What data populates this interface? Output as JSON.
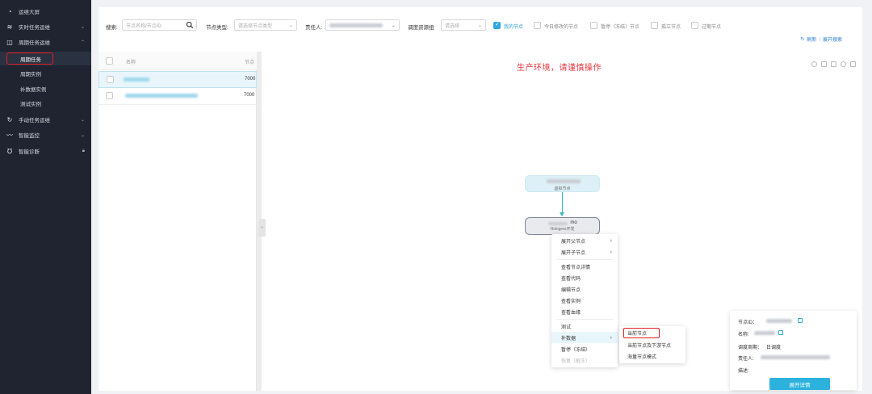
{
  "sidebar": {
    "items": [
      {
        "label": "运维大屏",
        "icon": "pie-chart-icon"
      },
      {
        "label": "实时任务运维",
        "icon": "stream-icon"
      },
      {
        "label": "周期任务运维",
        "icon": "calendar-icon"
      },
      {
        "label": "手动任务运维",
        "icon": "refresh-icon"
      },
      {
        "label": "智能监控",
        "icon": "pulse-icon"
      },
      {
        "label": "智能诊断",
        "icon": "stethoscope-icon"
      }
    ],
    "sub_items": [
      "周期任务",
      "周期实例",
      "补数据实例",
      "测试实例"
    ]
  },
  "filters": {
    "search_label": "搜索:",
    "search_placeholder": "节点名称/节点ID",
    "type_label": "节点类型:",
    "type_placeholder": "请选择节点类型",
    "owner_label": "责任人:",
    "group_label": "调度资源组",
    "group_placeholder": "请选择",
    "checkboxes": [
      {
        "label": "我的节点",
        "checked": true
      },
      {
        "label": "今日修改的节点",
        "checked": false
      },
      {
        "label": "暂停（冻结）节点",
        "checked": false
      },
      {
        "label": "孤立节点",
        "checked": false
      },
      {
        "label": "过期节点",
        "checked": false
      }
    ],
    "refresh_label": "刷新",
    "expand_search_label": "展开搜索"
  },
  "list": {
    "header_name": "名称",
    "header_node": "节点",
    "rows": [
      {
        "id_prefix": "7000"
      },
      {
        "id_prefix": "7000"
      }
    ]
  },
  "canvas": {
    "warning": "生产环境，请谨慎操作",
    "node_top_sub": "虚拟节点",
    "node_main_title": "mo",
    "node_main_sub": "Hologres开发"
  },
  "context_menu": {
    "items": [
      "展开父节点",
      "展开子节点",
      "查看节点详情",
      "查看代码",
      "编辑节点",
      "查看实例",
      "查看血缘",
      "测试",
      "补数据",
      "暂停（冻结）",
      "恢复（解冻）"
    ],
    "submenu": [
      "当前节点",
      "当前节点及下游节点",
      "海量节点模式"
    ]
  },
  "detail": {
    "id_label": "节点ID：",
    "name_label": "名称:",
    "cycle_label": "调度周期：",
    "cycle_value": "日调度",
    "owner_label": "责任人:",
    "desc_label": "描述:",
    "button": "展开详情"
  },
  "colors": {
    "accent": "#2fa7e0",
    "warn": "#e5343c",
    "sidebar": "#1f2430"
  }
}
